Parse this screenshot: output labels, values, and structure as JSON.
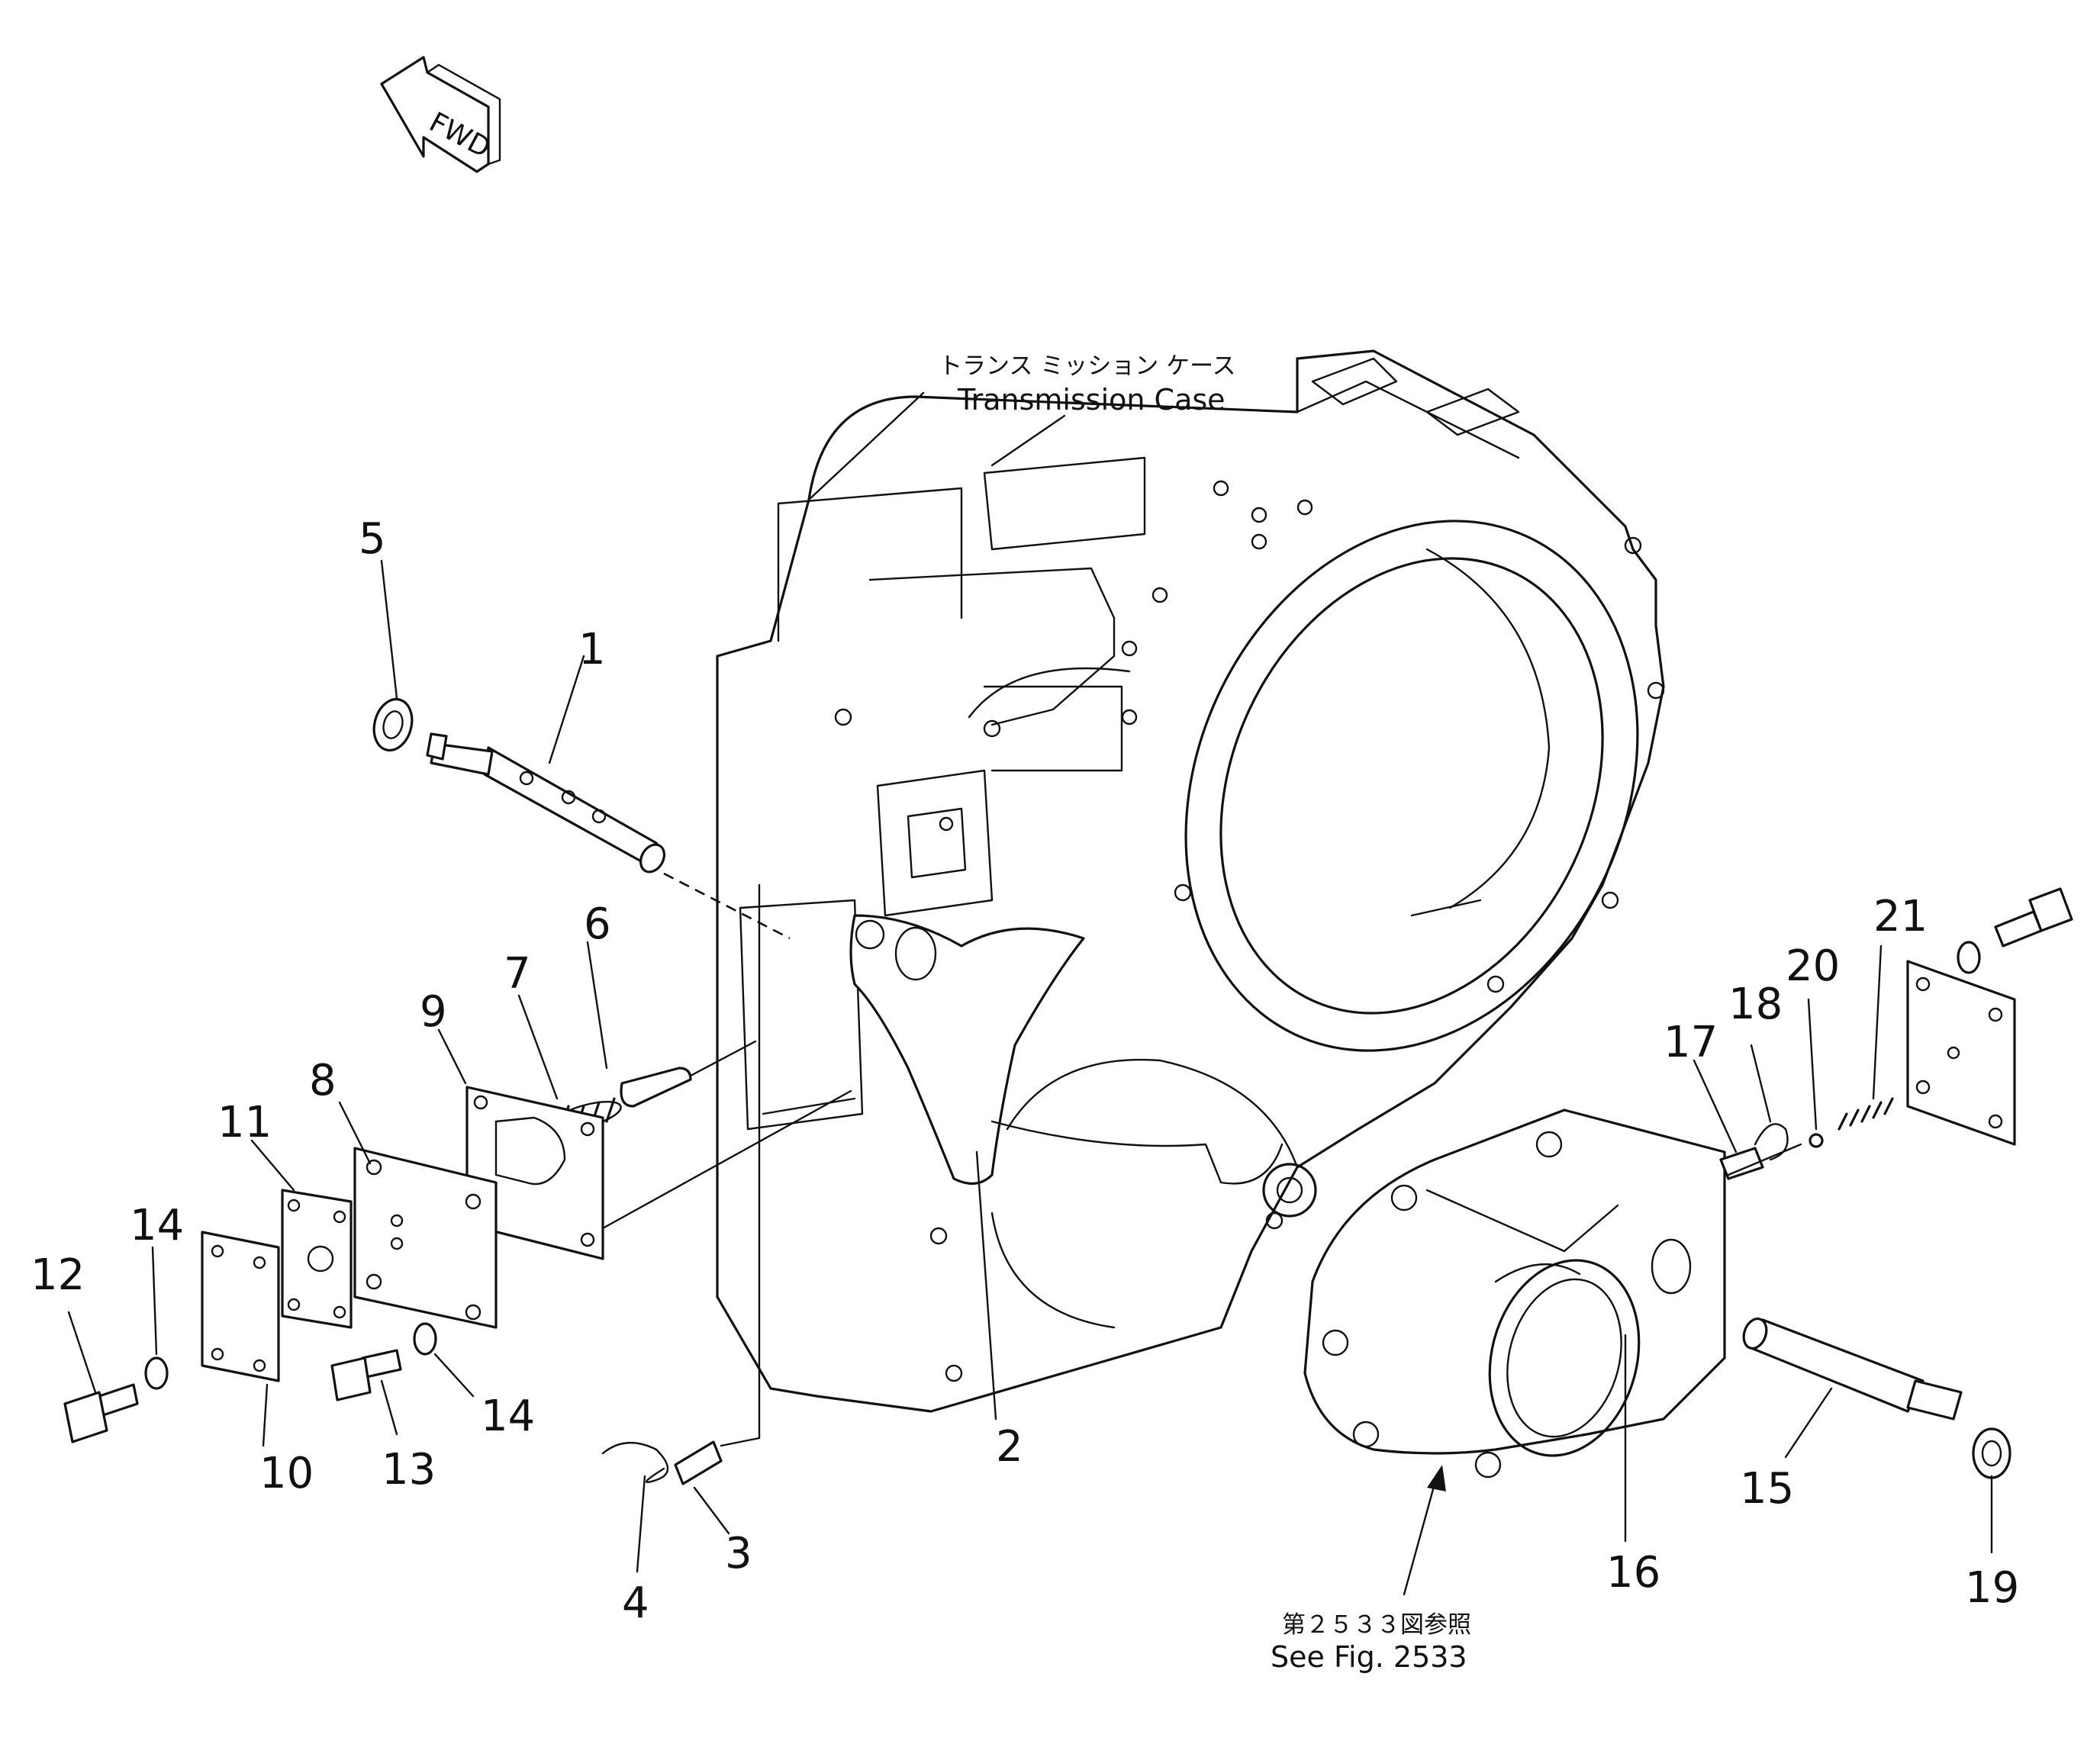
{
  "fwd_label": "FWD",
  "case_label": {
    "jp": "トランス ミッション ケース",
    "en": "Transmission Case"
  },
  "reference": {
    "jp": "第２５３３図参照",
    "en": "See Fig. 2533"
  },
  "callouts": [
    "1",
    "2",
    "3",
    "4",
    "5",
    "6",
    "7",
    "8",
    "9",
    "10",
    "11",
    "12",
    "13",
    "14",
    "14",
    "15",
    "16",
    "17",
    "18",
    "19",
    "20",
    "21"
  ]
}
